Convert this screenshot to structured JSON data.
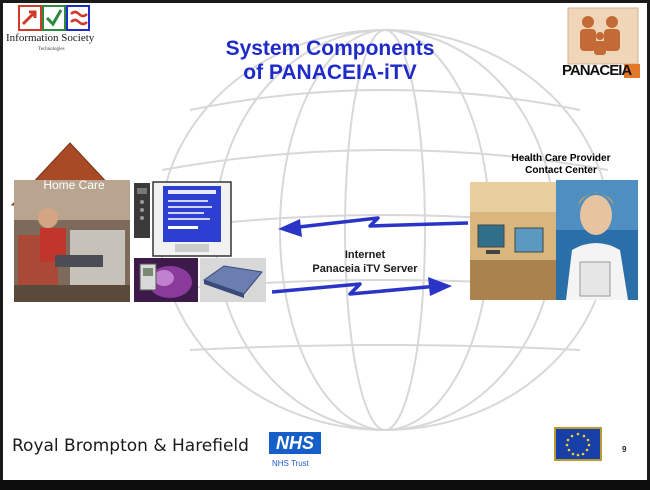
{
  "slide": {
    "title_line1": "System Components",
    "title_line2": "of PANACEIA-iTV",
    "page_number": "9"
  },
  "logos": {
    "ist_caption": "Information Society",
    "ist_subcaption": "Technologies",
    "panaceia_text": "PANACEIA"
  },
  "diagram": {
    "home_label": "Home Care",
    "provider_label_line1": "Health Care Provider",
    "provider_label_line2": "Contact Center",
    "network_label_line1": "Internet",
    "network_label_line2": "Panaceia iTV Server"
  },
  "footer": {
    "organization": "Royal Brompton & Harefield",
    "nhs_badge": "NHS",
    "nhs_trust": "NHS Trust"
  },
  "colors": {
    "title": "#1f2bc9",
    "arrow": "#2a35c8",
    "roof": "#a84a25",
    "nhs_blue": "#1560c8"
  }
}
